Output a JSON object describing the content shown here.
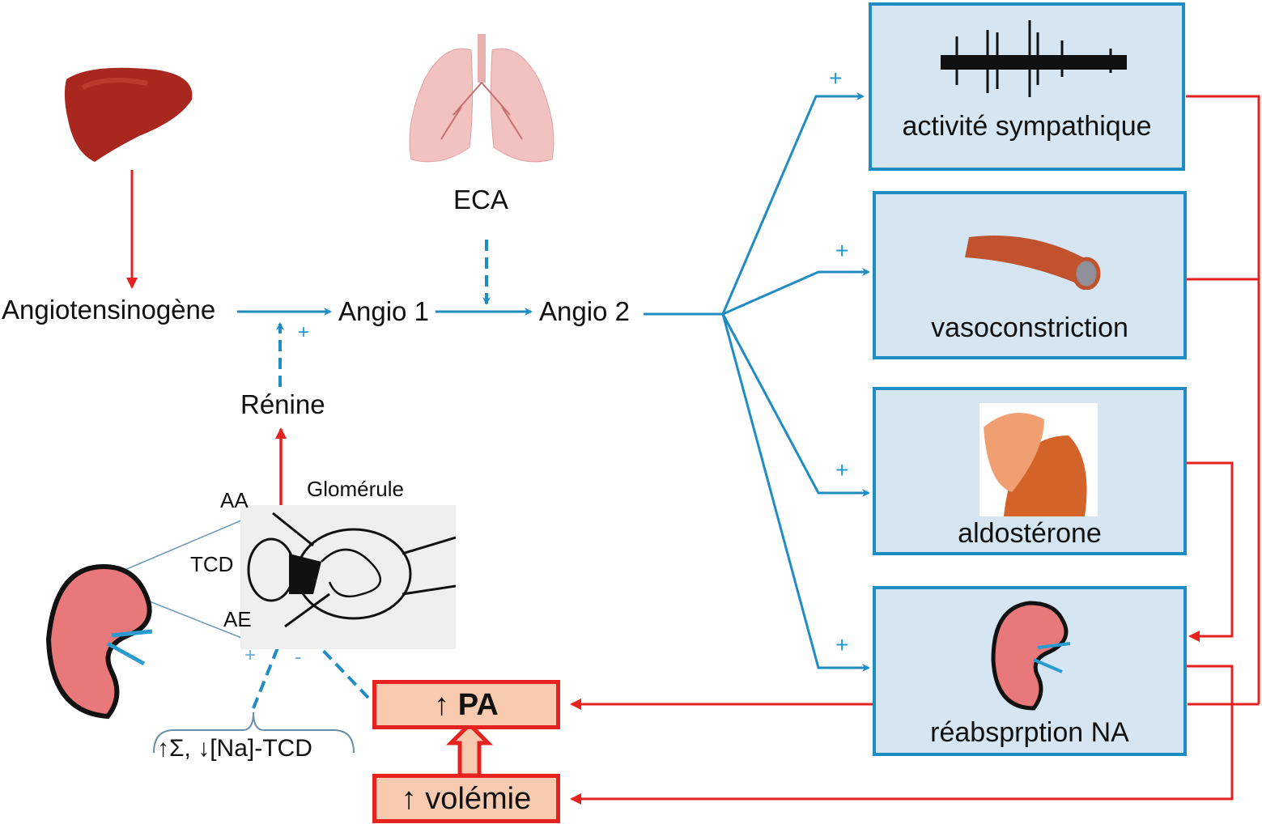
{
  "diagram": {
    "language": "fr",
    "nodes": {
      "angiotensinogen": "Angiotensinogène",
      "angio1": "Angio 1",
      "angio2": "Angio 2",
      "eca": "ECA",
      "renine": "Rénine",
      "glomerule": "Glomérule",
      "aa": "AA",
      "tcd": "TCD",
      "ae": "AE",
      "stimuli": "↑Σ, ↓[Na]-TCD",
      "pa_arrow": "↑",
      "pa": "PA",
      "volemie": "↑ volémie"
    },
    "effects": [
      {
        "label": "activité sympathique",
        "sign": "+",
        "image": "nerve-signal-icon"
      },
      {
        "label": "vasoconstriction",
        "sign": "+",
        "image": "blood-vessel-icon"
      },
      {
        "label": "aldostérone",
        "sign": "+",
        "image": "adrenal-gland-icon"
      },
      {
        "label": "réabsprption NA",
        "sign": "+",
        "image": "kidney-icon"
      }
    ],
    "signs": {
      "renine_plus": "+",
      "stimuli_plus": "+",
      "pa_minus": "-"
    },
    "colors": {
      "activation": "#1f8cc4",
      "feedback": "#e5221f",
      "box_fill": "#d5e6f2",
      "red_box_fill": "#f8cbb0"
    }
  }
}
